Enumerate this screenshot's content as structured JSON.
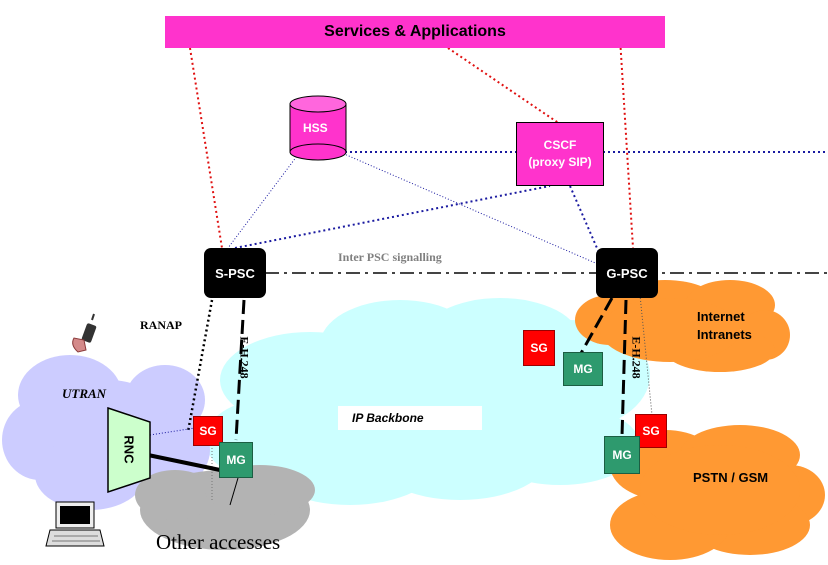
{
  "services_bar": {
    "label": "Services & Applications"
  },
  "hss": {
    "label": "HSS"
  },
  "cscf": {
    "line1": "CSCF",
    "line2": "(proxy SIP)"
  },
  "s_psc": {
    "label": "S-PSC"
  },
  "g_psc": {
    "label": "G-PSC"
  },
  "inter_psc": {
    "label": "Inter PSC signalling"
  },
  "ranap": {
    "label": "RANAP"
  },
  "eh248_left": {
    "label": "E-H.248"
  },
  "eh248_right": {
    "label": "E-H.248"
  },
  "utran": {
    "label": "UTRAN"
  },
  "rnc": {
    "label": "RNC"
  },
  "sg_left": {
    "label": "SG"
  },
  "mg_left": {
    "label": "MG"
  },
  "sg_right_top": {
    "label": "SG"
  },
  "mg_right_top": {
    "label": "MG"
  },
  "sg_right_bottom": {
    "label": "SG"
  },
  "mg_right_bottom": {
    "label": "MG"
  },
  "ip_backbone": {
    "label": "IP Backbone"
  },
  "internet": {
    "line1": "Internet",
    "line2": "Intranets"
  },
  "pstn": {
    "label": "PSTN / GSM"
  },
  "other_accesses": {
    "label": "Other accesses"
  },
  "colors": {
    "services": "#ff33cc",
    "node_black": "#000000",
    "sg_red": "#ff0000",
    "mg_green": "#2e9a6e",
    "cloud_blue": "#ccffff",
    "cloud_orange": "#ff9933",
    "cloud_lavender": "#ccccff",
    "cloud_gray": "#b3b3b3"
  }
}
